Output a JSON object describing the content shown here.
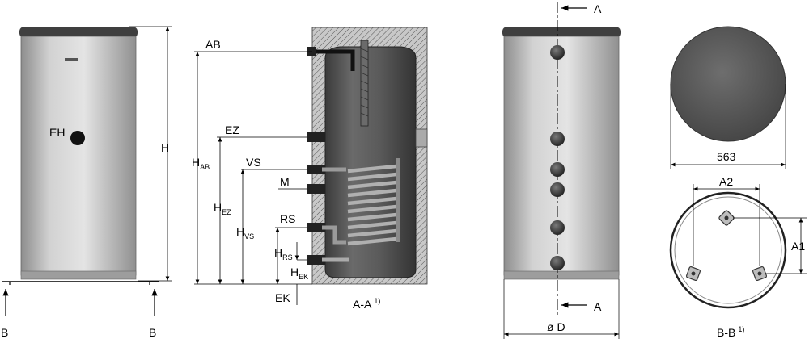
{
  "view_front": {
    "port_eh": "EH",
    "dim_h": "H",
    "section_mark_left": "B",
    "section_mark_right": "B"
  },
  "view_section": {
    "ports": {
      "ab": "AB",
      "ez": "EZ",
      "vs": "VS",
      "m": "M",
      "rs": "RS",
      "ek": "EK"
    },
    "dims": {
      "h_ab": {
        "main": "H",
        "sub": "AB"
      },
      "h_ez": {
        "main": "H",
        "sub": "EZ"
      },
      "h_vs": {
        "main": "H",
        "sub": "VS"
      },
      "h_rs": {
        "main": "H",
        "sub": "RS"
      },
      "h_ek": {
        "main": "H",
        "sub": "EK"
      }
    },
    "caption": "A-A",
    "caption_note": "1)"
  },
  "view_side": {
    "section_mark_top": "A",
    "section_mark_bottom": "A",
    "dim_d": "ø D"
  },
  "view_top": {
    "diameter_value": "563"
  },
  "view_bottom": {
    "dim_a2": "A2",
    "dim_a1": "A1",
    "caption": "B-B",
    "caption_note": "1)"
  }
}
